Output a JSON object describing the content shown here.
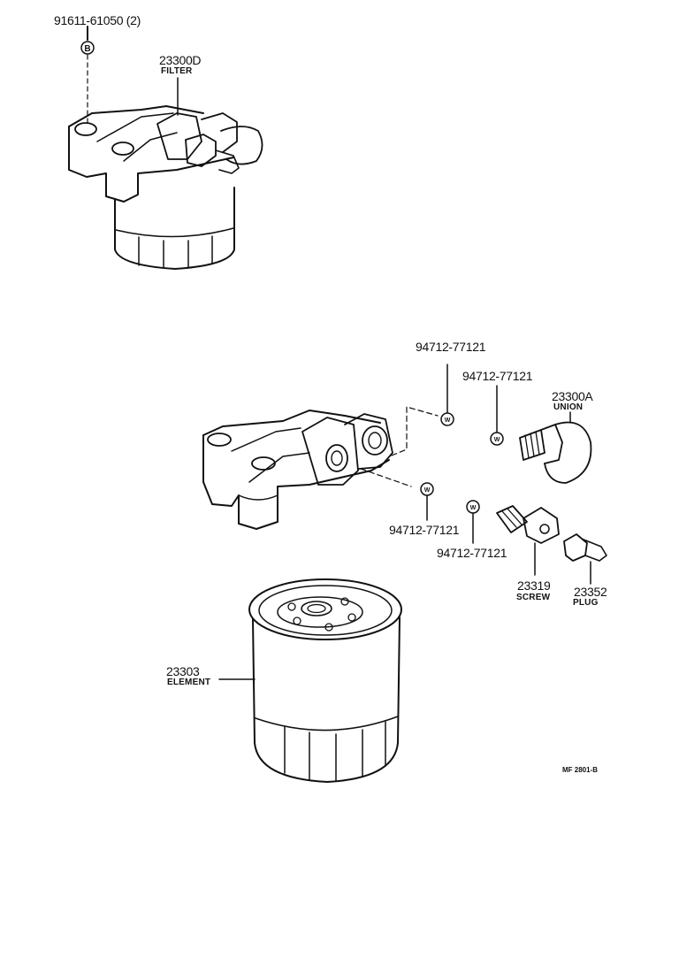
{
  "labels": {
    "bolt_pn": "91611-61050 (2)",
    "bolt_badge": "B",
    "filter_pn": "23300D",
    "filter_name": "FILTER",
    "washer_pn_1": "94712-77121",
    "washer_pn_2": "94712-77121",
    "washer_pn_3": "94712-77121",
    "washer_pn_4": "94712-77121",
    "washer_badge": "W",
    "union_pn": "23300A",
    "union_name": "UNION",
    "screw_pn": "23319",
    "screw_name": "SCREW",
    "plug_pn": "23352",
    "plug_name": "PLUG",
    "element_pn": "23303",
    "element_name": "ELEMENT",
    "ref_code": "MF  2801-B"
  }
}
